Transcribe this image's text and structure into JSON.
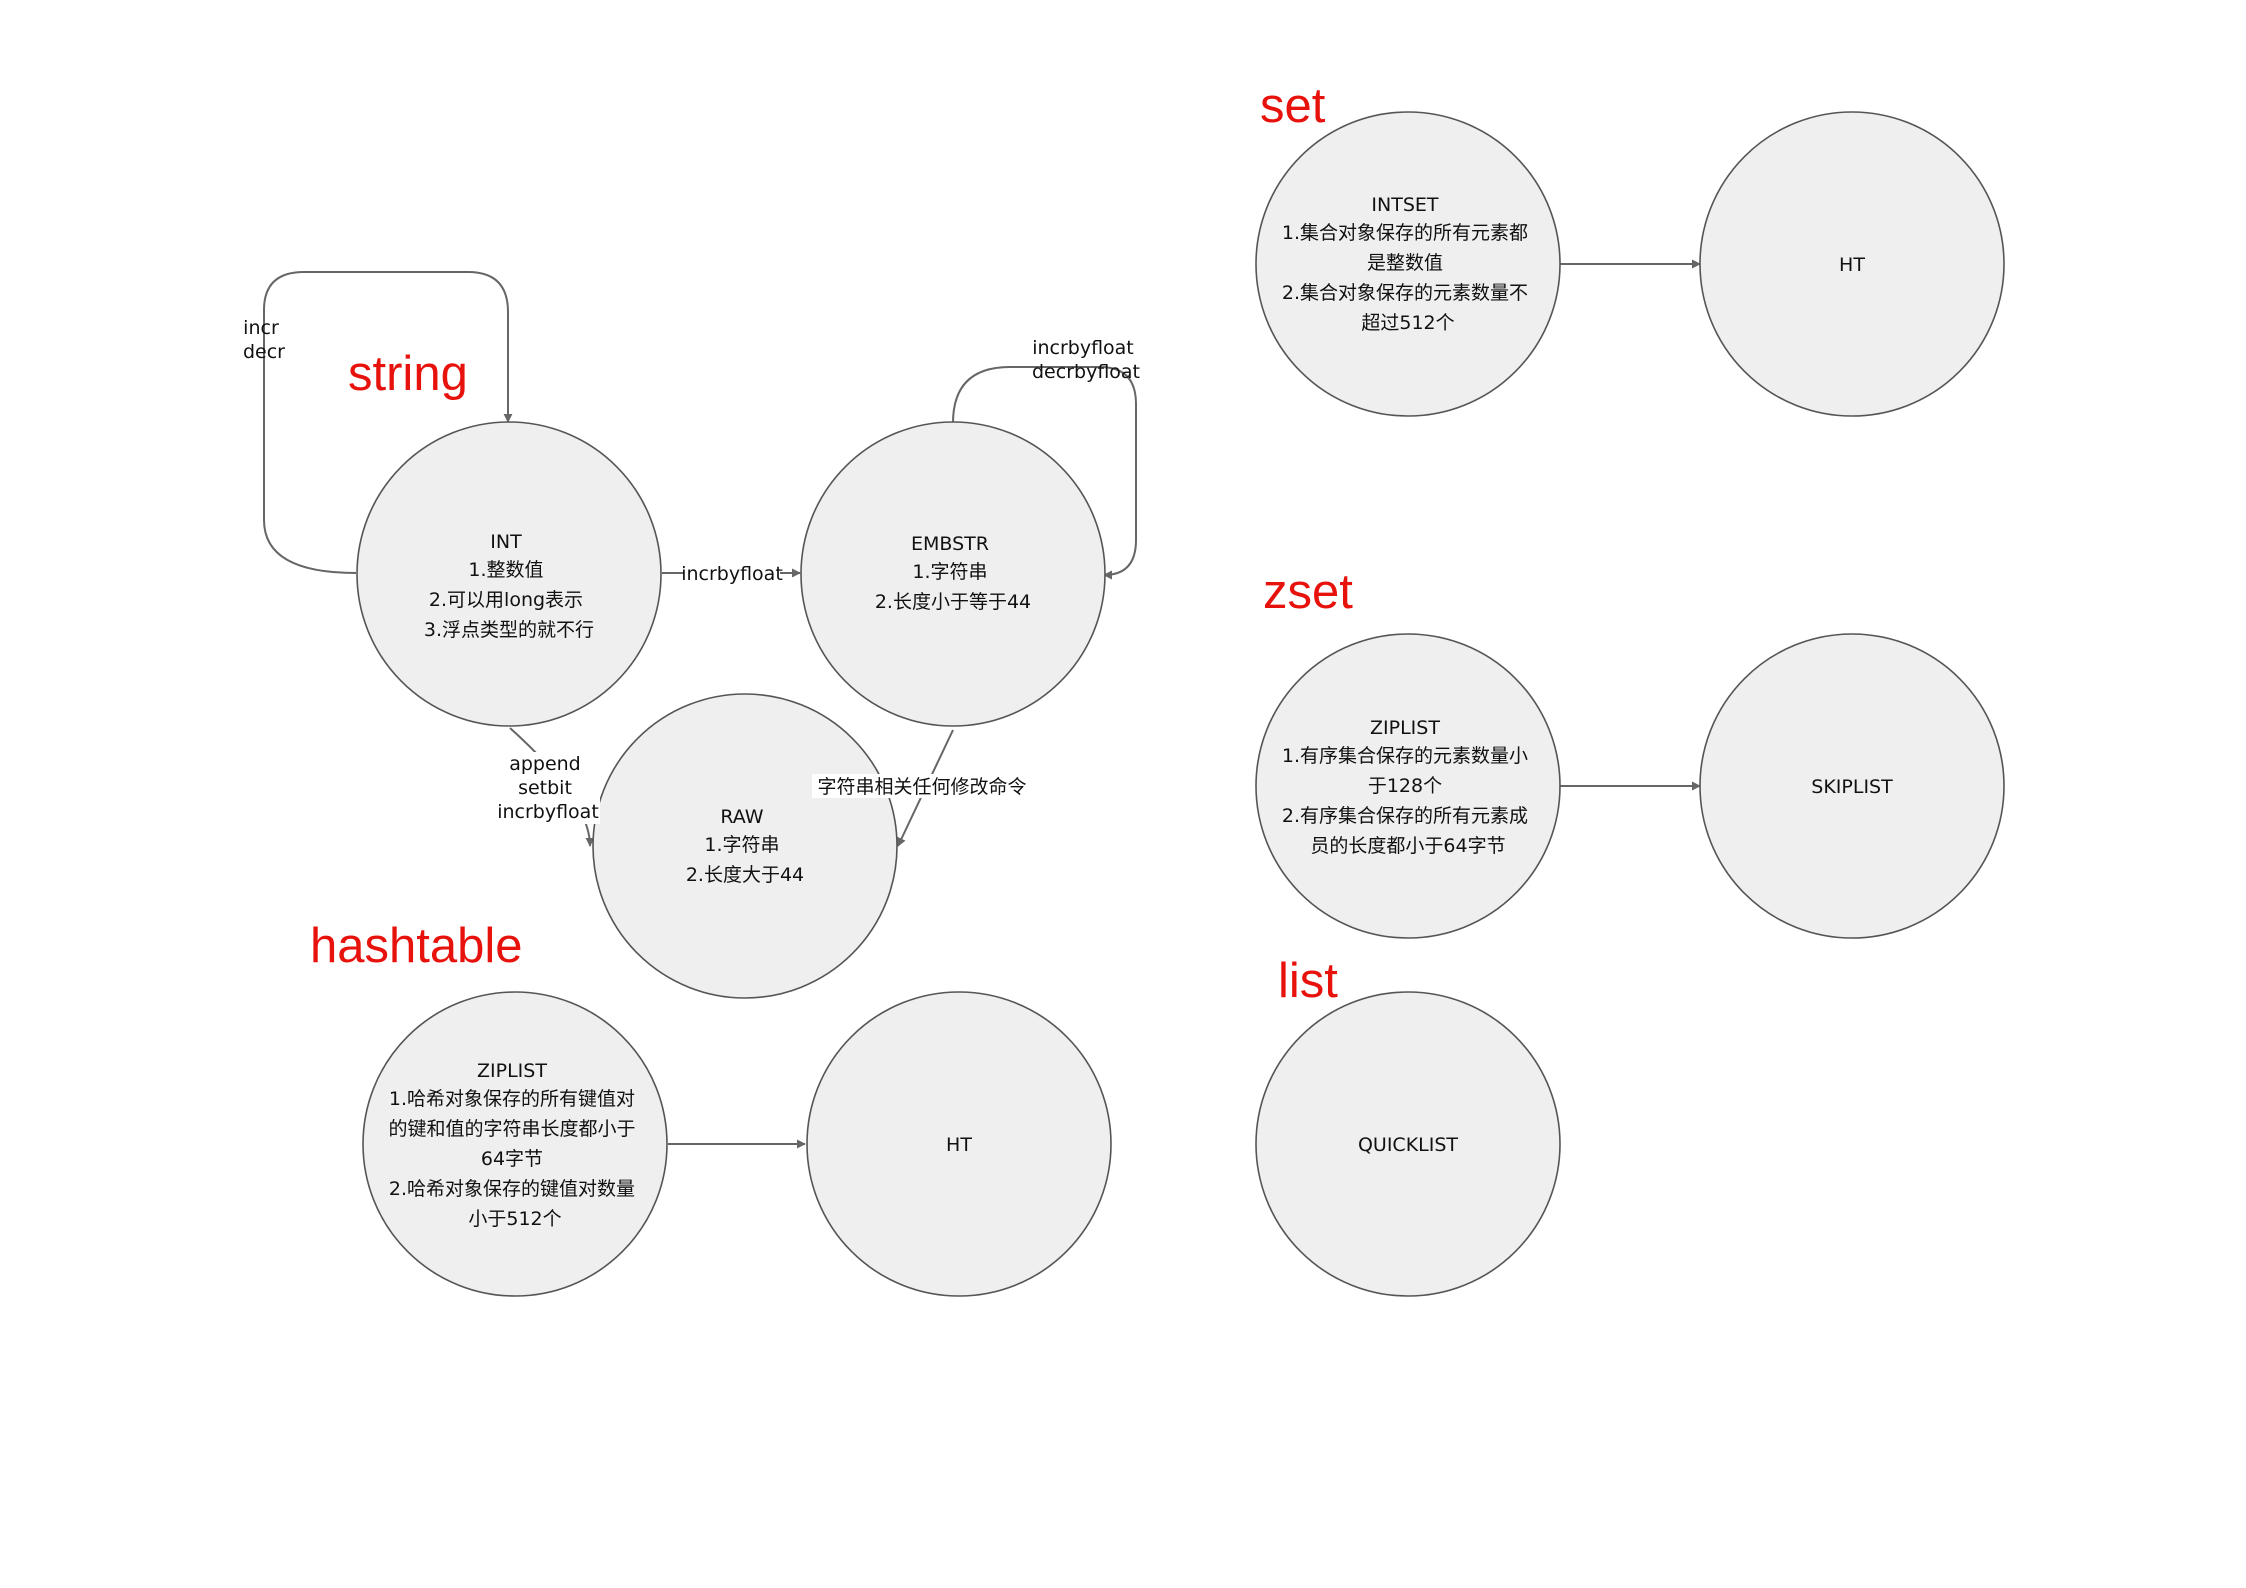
{
  "sections": {
    "string": "string",
    "hashtable": "hashtable",
    "set": "set",
    "zset": "zset",
    "list": "list"
  },
  "nodes": {
    "int": [
      "INT",
      "1.整数值",
      "2.可以用long表示",
      "3.浮点类型的就不行"
    ],
    "embstr": [
      "EMBSTR",
      "1.字符串",
      "2.长度小于等于44"
    ],
    "raw": [
      "RAW",
      "1.字符串",
      "2.长度大于44"
    ],
    "hash_ziplist": [
      "ZIPLIST",
      "1.哈希对象保存的所有键值对",
      "的键和值的字符串长度都小于",
      "64字节",
      "2.哈希对象保存的键值对数量",
      "小于512个"
    ],
    "hash_ht": [
      "HT"
    ],
    "intset": [
      "INTSET",
      "1.集合对象保存的所有元素都",
      "是整数值",
      "2.集合对象保存的元素数量不",
      "超过512个"
    ],
    "set_ht": [
      "HT"
    ],
    "zset_ziplist": [
      "ZIPLIST",
      "1.有序集合保存的元素数量小",
      "于128个",
      "2.有序集合保存的所有元素成",
      "员的长度都小于64字节"
    ],
    "skiplist": [
      "SKIPLIST"
    ],
    "quicklist": [
      "QUICKLIST"
    ]
  },
  "edges": {
    "int_self": [
      "incr",
      "decr"
    ],
    "int_to_embstr": [
      "incrbyfloat"
    ],
    "embstr_self": [
      "incrbyfloat",
      "decrbyfloat"
    ],
    "int_to_raw": [
      "append",
      "setbit",
      "incrbyfloat"
    ],
    "embstr_to_raw": [
      "字符串相关任何修改命令"
    ]
  }
}
